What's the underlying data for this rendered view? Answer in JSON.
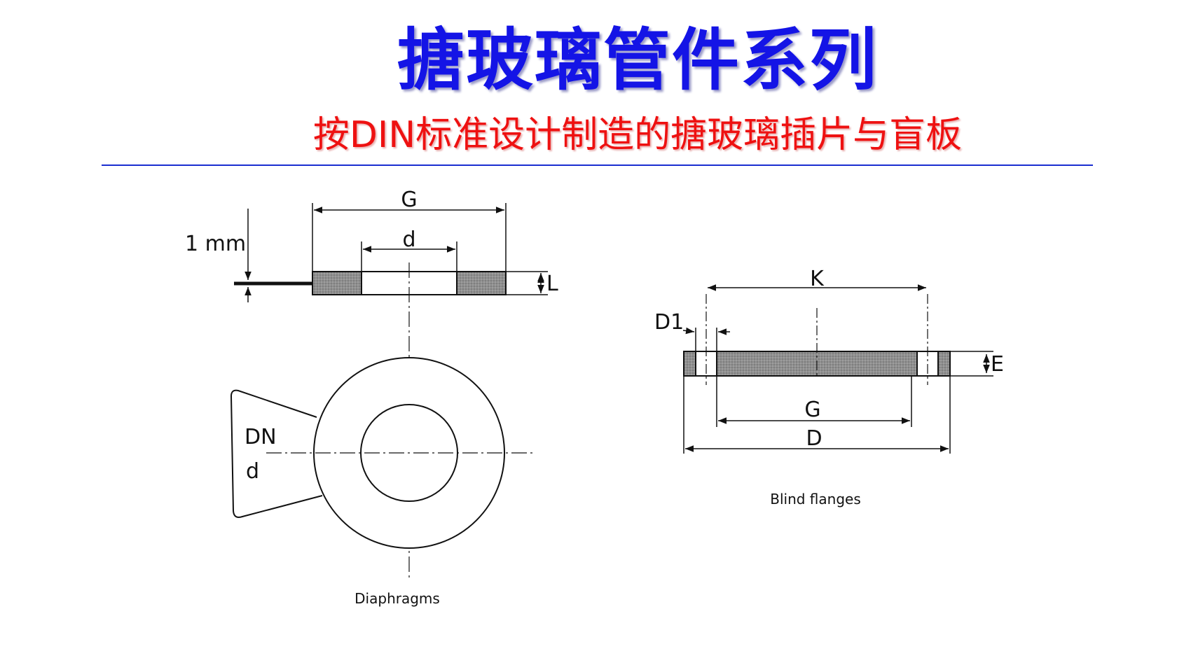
{
  "slide": {
    "title": "搪玻璃管件系列",
    "subtitle": "按DIN标准设计制造的搪玻璃插片与盲板"
  },
  "diaphragm": {
    "label_G": "G",
    "label_d_top": "d",
    "label_1mm": "1 mm",
    "label_L": "L",
    "label_DN": "DN",
    "label_d_tab": "d",
    "caption": "Diaphragms"
  },
  "blind_flange": {
    "label_K": "K",
    "label_D1": "D1",
    "label_E": "E",
    "label_G": "G",
    "label_D": "D",
    "caption": "Blind flanges"
  },
  "colors": {
    "title": "#1414e6",
    "subtitle": "#ee1111",
    "rule": "#1a2ed0",
    "hatch": "#8a8a8a"
  }
}
